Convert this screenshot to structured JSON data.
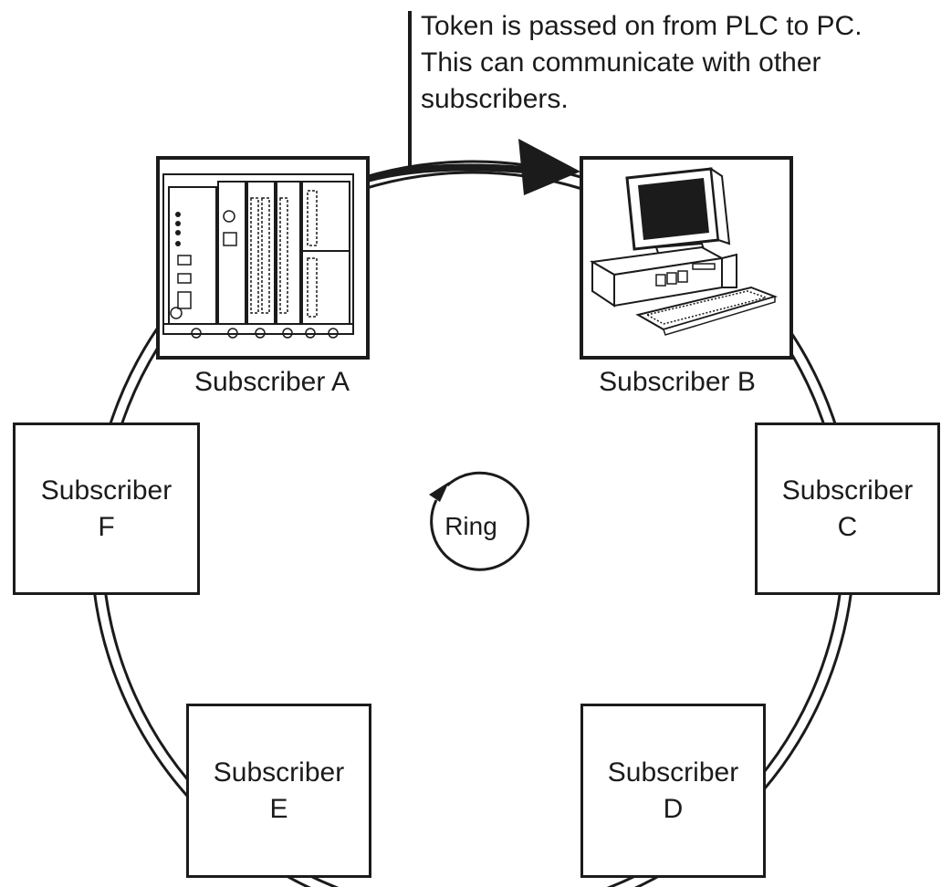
{
  "callout": {
    "lines": [
      "Token is passed on from PLC to PC.",
      "This can communicate with other",
      "subscribers."
    ]
  },
  "subscribers": {
    "a": {
      "label": "Subscriber A",
      "device": "plc-rack-icon"
    },
    "b": {
      "label": "Subscriber B",
      "device": "desktop-pc-icon"
    },
    "c": {
      "line1": "Subscriber",
      "line2": "C"
    },
    "d": {
      "line1": "Subscriber",
      "line2": "D"
    },
    "e": {
      "line1": "Subscriber",
      "line2": "E"
    },
    "f": {
      "line1": "Subscriber",
      "line2": "F"
    }
  },
  "ring": {
    "label": "Ring",
    "direction": "clockwise"
  },
  "colors": {
    "ink": "#1b1b1b",
    "background": "#ffffff"
  }
}
